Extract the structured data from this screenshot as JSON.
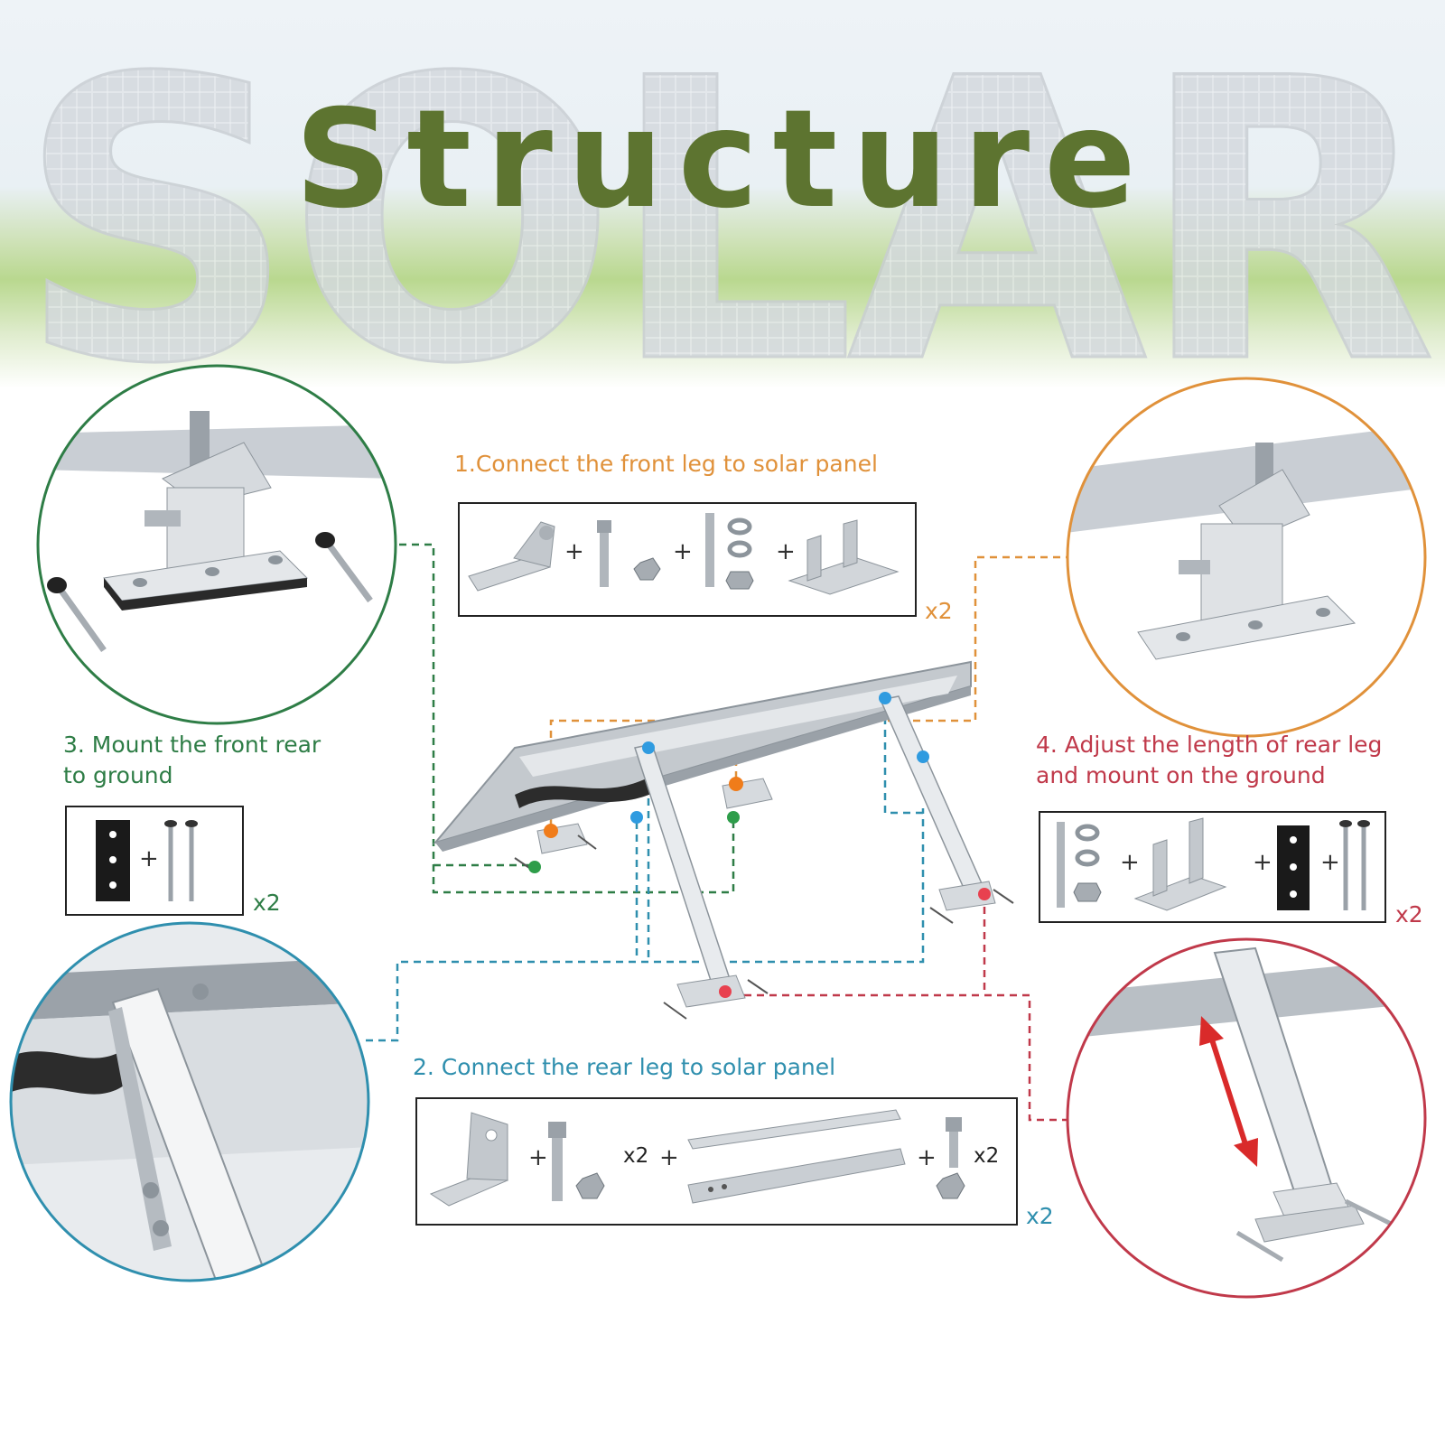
{
  "hero": {
    "title": "Structure",
    "background_word": "SOLAR",
    "title_color": "#5d7430"
  },
  "steps": [
    {
      "id": 1,
      "title": "1.Connect the front leg to solar panel",
      "color": "#e0913a",
      "multiplier": "x2",
      "plus": [
        "+",
        "+",
        "+"
      ]
    },
    {
      "id": 2,
      "title": "2. Connect the rear leg to solar panel",
      "color": "#2f8fae",
      "multiplier": "x2",
      "plus": [
        "+",
        "+",
        "+"
      ],
      "inline_multipliers": [
        "x2",
        "x2"
      ]
    },
    {
      "id": 3,
      "title_lines": [
        "3. Mount the front rear",
        "to ground"
      ],
      "color": "#2e7d46",
      "multiplier": "x2",
      "plus": [
        "+"
      ]
    },
    {
      "id": 4,
      "title_lines": [
        "4. Adjust the length of rear leg",
        "and mount on the ground"
      ],
      "color": "#c0394a",
      "multiplier": "x2",
      "plus": [
        "+",
        "+",
        "+"
      ]
    }
  ],
  "colors": {
    "green": "#2e7d46",
    "orange": "#e0913a",
    "blue": "#2f8fae",
    "red": "#c0394a",
    "metal": "#c8ccd0"
  },
  "icons": [
    "front-leg-bracket-icon",
    "hex-bolt-icon",
    "flange-nut-icon",
    "washer-set-icon",
    "u-bracket-icon",
    "rubber-pad-icon",
    "ground-screw-icon",
    "l-bracket-icon",
    "telescopic-leg-icon",
    "adjust-arrow-icon"
  ]
}
